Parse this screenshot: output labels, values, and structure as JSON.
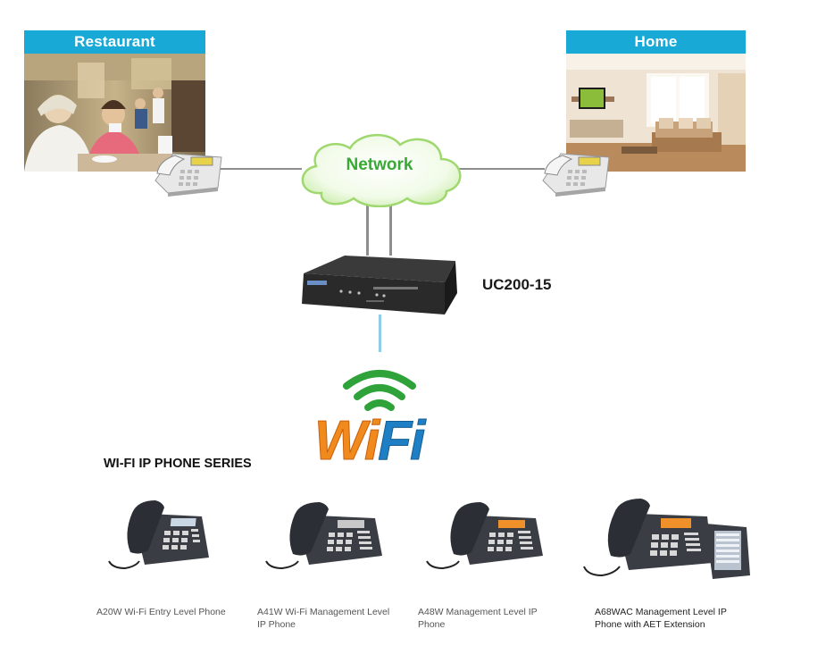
{
  "locations": {
    "left": {
      "title": "Restaurant"
    },
    "right": {
      "title": "Home"
    }
  },
  "network": {
    "label": "Network"
  },
  "pbx": {
    "label": "UC200-15"
  },
  "wifi": {
    "label": "WiFi"
  },
  "series": {
    "title": "WI-FI IP PHONE SERIES"
  },
  "phones": [
    {
      "caption": "A20W Wi-Fi Entry Level Phone"
    },
    {
      "caption": "A41W Wi-Fi Management Level IP Phone"
    },
    {
      "caption": "A48W Management Level IP Phone"
    },
    {
      "caption": "A68WAC Management Level IP Phone with AET Extension"
    }
  ],
  "colors": {
    "header_blue": "#18a9d6",
    "network_green": "#39a935",
    "wifi_orange": "#f08a1c",
    "wifi_blue": "#1f7fc4",
    "wifi_green": "#2fa23a"
  }
}
